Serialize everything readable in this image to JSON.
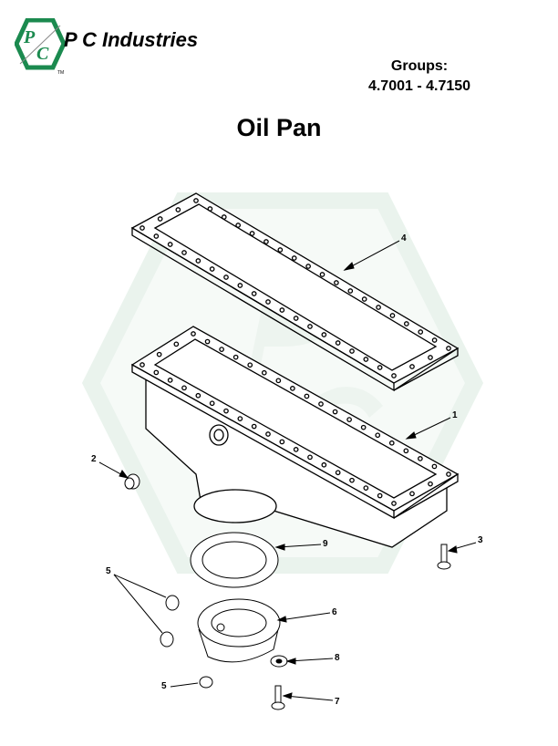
{
  "header": {
    "brand": "P C Industries",
    "logo_letters": "PC",
    "logo_tm": "TM",
    "groups_label": "Groups:",
    "groups_range": "4.7001 - 4.7150"
  },
  "title": "Oil Pan",
  "colors": {
    "logo_green": "#1b8a4f",
    "watermark": "#e6f1ea"
  },
  "callouts": [
    {
      "id": "4",
      "part": "gasket"
    },
    {
      "id": "1",
      "part": "oil-pan"
    },
    {
      "id": "2",
      "part": "plug"
    },
    {
      "id": "3",
      "part": "bolt"
    },
    {
      "id": "9",
      "part": "ring-gasket"
    },
    {
      "id": "5",
      "part": "plug"
    },
    {
      "id": "6",
      "part": "sump-cover"
    },
    {
      "id": "8",
      "part": "washer"
    },
    {
      "id": "5",
      "part": "plug"
    },
    {
      "id": "7",
      "part": "bolt"
    }
  ]
}
